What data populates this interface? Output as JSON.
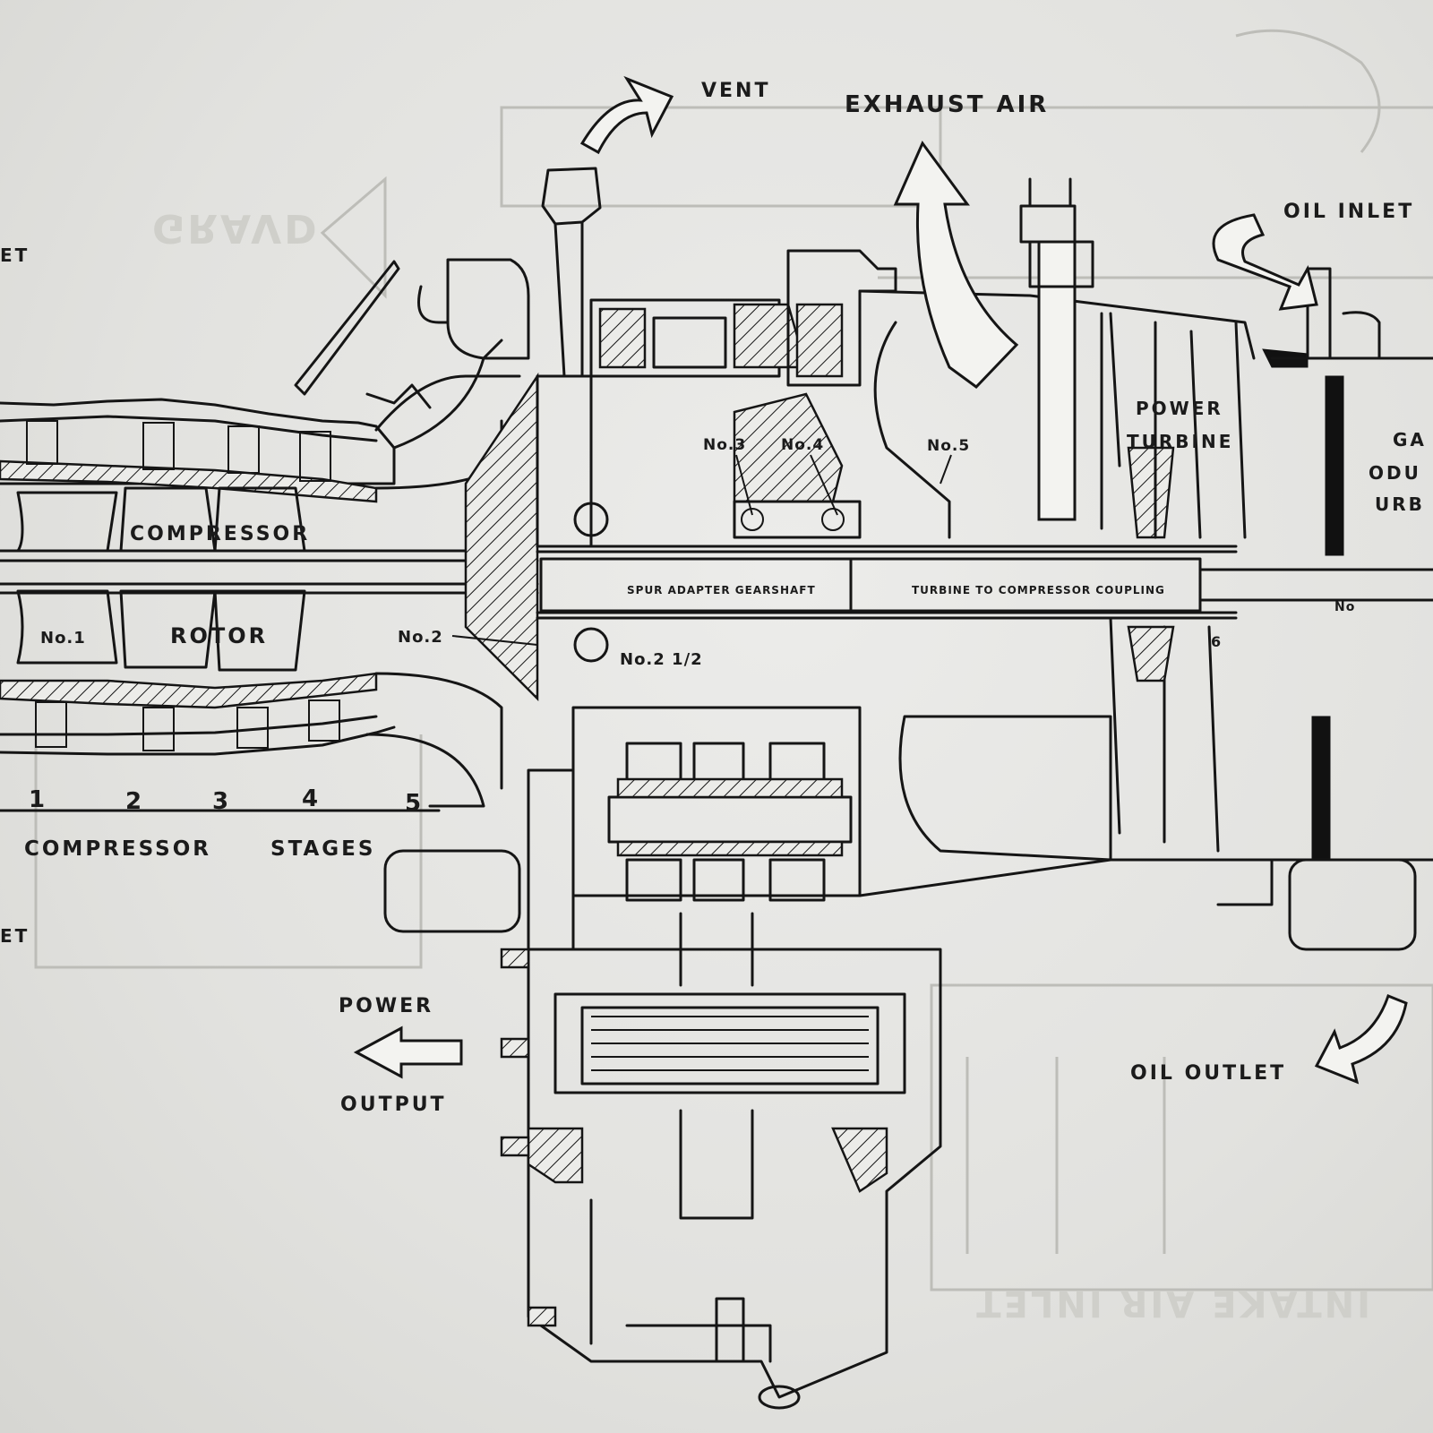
{
  "labels": {
    "vent": "VENT",
    "exhaust_air": "EXHAUST AIR",
    "oil_inlet": "OIL INLET",
    "oil_outlet": "OIL OUTLET",
    "power": "POWER",
    "output": "OUTPUT",
    "compressor": "COMPRESSOR",
    "rotor": "ROTOR",
    "compressor_stages": "COMPRESSOR",
    "stages": "STAGES",
    "power_turbine_line1": "POWER",
    "power_turbine_line2": "TURBINE",
    "spur_adapter_gearshaft": "SPUR ADAPTER GEARSHAFT",
    "turbine_to_compressor_coupling": "TURBINE TO COMPRESSOR COUPLING",
    "gas_producer_line1": "GA",
    "gas_producer_line2": "ODU",
    "gas_producer_line3": "URB",
    "left_top_cut": "ET",
    "left_bottom_cut": "ET"
  },
  "bearings": {
    "no1": "No.1",
    "no2": "No.2",
    "no2_half": "No.2 1/2",
    "no3": "No.3",
    "no4": "No.4",
    "no5": "No.5",
    "no6": "6",
    "no_right": "No"
  },
  "stage_numbers": [
    "1",
    "2",
    "3",
    "4",
    "5"
  ],
  "colors": {
    "ink": "#151515",
    "paper": "#e4e4e1",
    "ghost": "#bdbdb8"
  }
}
